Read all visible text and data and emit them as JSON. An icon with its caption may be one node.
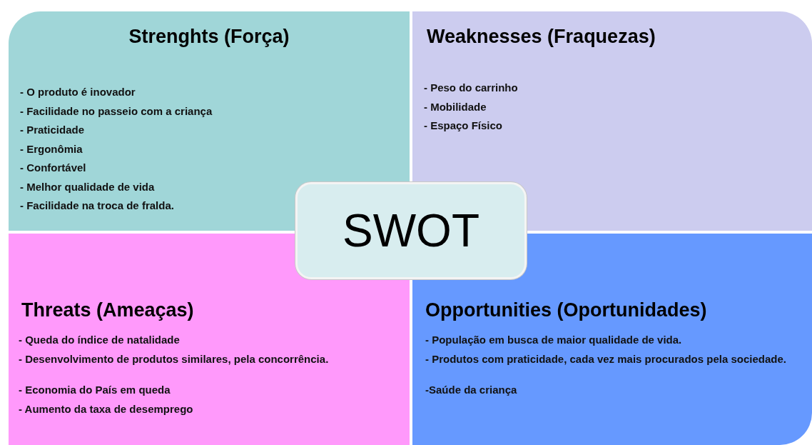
{
  "diagram": {
    "nodes": [
      {
        "text": [
          "Strenghts (Força)",
          "- O produto é inovador",
          "- Facilidade no passeio com a criança",
          "- Praticidade",
          "- Ergonômia",
          "- Confortável",
          "- Melhor qualidade de vida",
          "- Facilidade na troca de fralda."
        ]
      },
      {
        "text": [
          "Weaknesses (Fraquezas)",
          "- Peso do carrinho",
          "- Mobilidade",
          "- Espaço Físico"
        ]
      },
      {
        "text": [
          "SWOT"
        ]
      },
      {
        "text": [
          "Threats (Ameaças)",
          "- Queda do índice de natalidade",
          "- Desenvolvimento de produtos similares, pela concorrência.",
          "- Economia do País em queda",
          "- Aumento da taxa de desemprego"
        ]
      },
      {
        "text": [
          "Opportunities (Oportunidades)",
          "- População em busca de maior qualidade de vida.",
          "- Produtos com praticidade, cada vez mais procurados pela sociedade.",
          "-Saúde da criança"
        ]
      }
    ],
    "edges": []
  }
}
